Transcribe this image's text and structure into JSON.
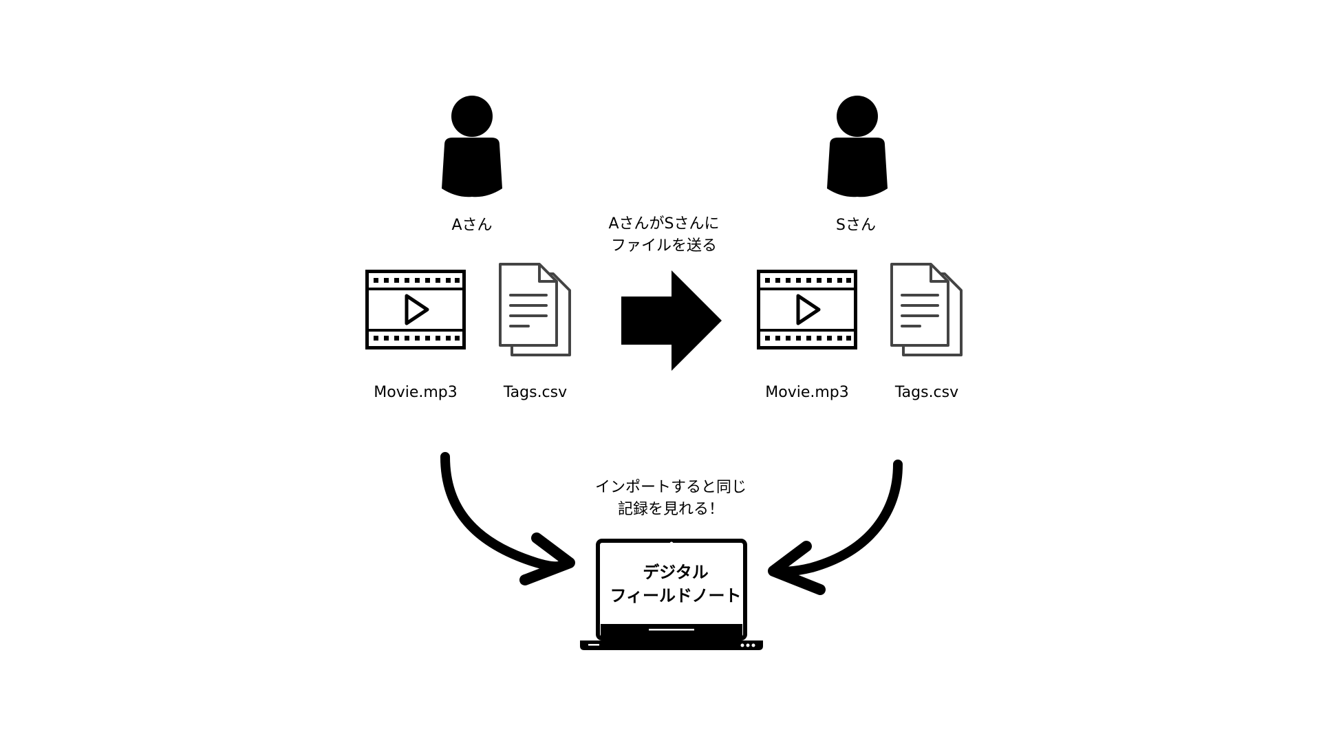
{
  "users": {
    "left": {
      "name": "Aさん",
      "icon": "person-icon"
    },
    "right": {
      "name": "Sさん",
      "icon": "person-icon"
    }
  },
  "files": {
    "left": [
      {
        "name": "Movie.mp3",
        "icon": "video-file-icon"
      },
      {
        "name": "Tags.csv",
        "icon": "document-icon"
      }
    ],
    "right": [
      {
        "name": "Movie.mp3",
        "icon": "video-file-icon"
      },
      {
        "name": "Tags.csv",
        "icon": "document-icon"
      }
    ]
  },
  "transfer": {
    "line1": "AさんがSさんに",
    "line2": "ファイルを送る",
    "icon": "arrow-right-icon"
  },
  "import_note": {
    "line1": "インポートすると同じ",
    "line2": "記録を見れる！"
  },
  "laptop": {
    "icon": "laptop-icon",
    "line1": "デジタル",
    "line2": "フィールドノート"
  },
  "colors": {
    "foreground": "#000000",
    "background": "#ffffff",
    "document_stroke": "#444444"
  }
}
